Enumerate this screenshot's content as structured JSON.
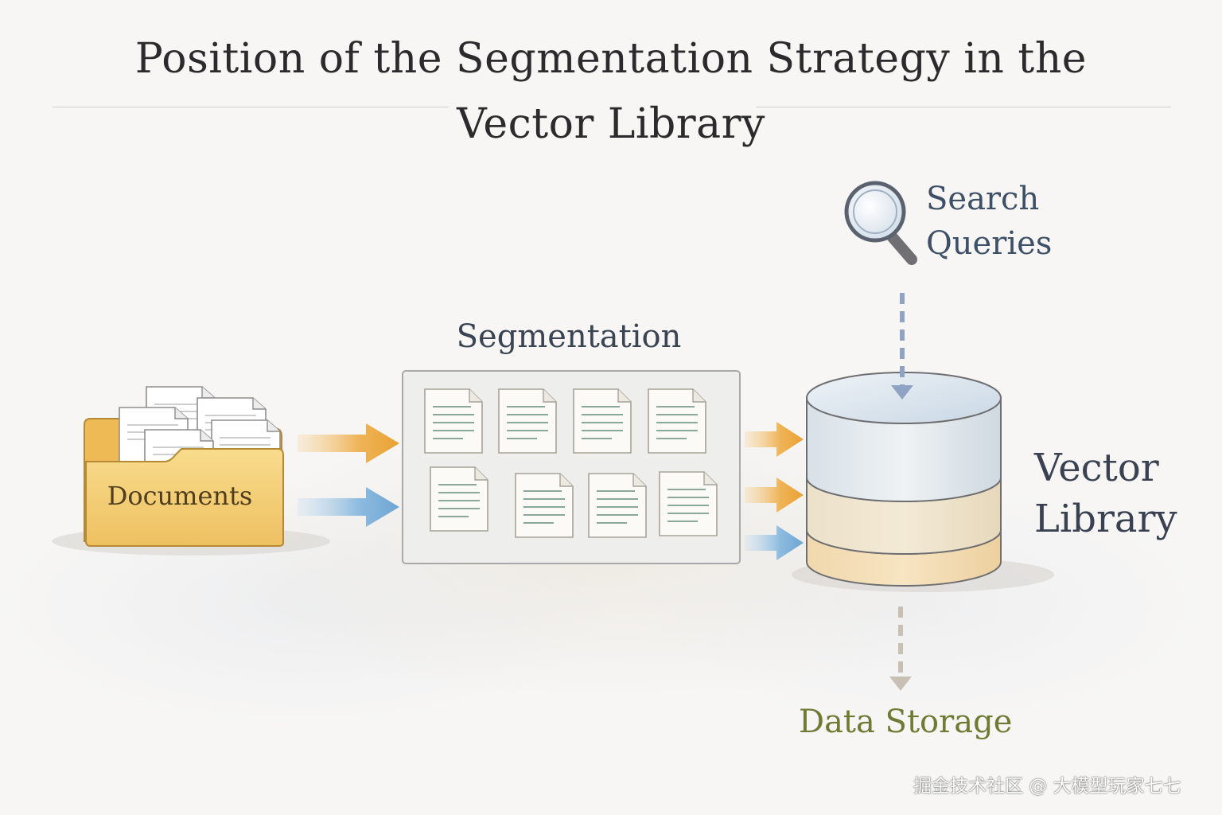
{
  "title": {
    "line1": "Position of the Segmentation Strategy in the",
    "line2": "Vector Library"
  },
  "nodes": {
    "documents": "Documents",
    "segmentation": "Segmentation",
    "search_line1": "Search",
    "search_line2": "Queries",
    "vector_line1": "Vector",
    "vector_line2": "Library",
    "data_storage": "Data Storage"
  },
  "icons": {
    "documents": "folder-icon",
    "search": "magnifier-icon",
    "vector_library": "database-icon",
    "chunk": "document-page-icon"
  },
  "colors": {
    "arrow_orange": "#eba83f",
    "arrow_blue": "#7aaed6",
    "folder": "#f3cf73",
    "query_arrow": "#8fa3c4",
    "storage_arrow": "#c8c0b4",
    "data_storage_text": "#6f7a33"
  },
  "watermark": "掘金技术社区 @ 大模型玩家七七"
}
